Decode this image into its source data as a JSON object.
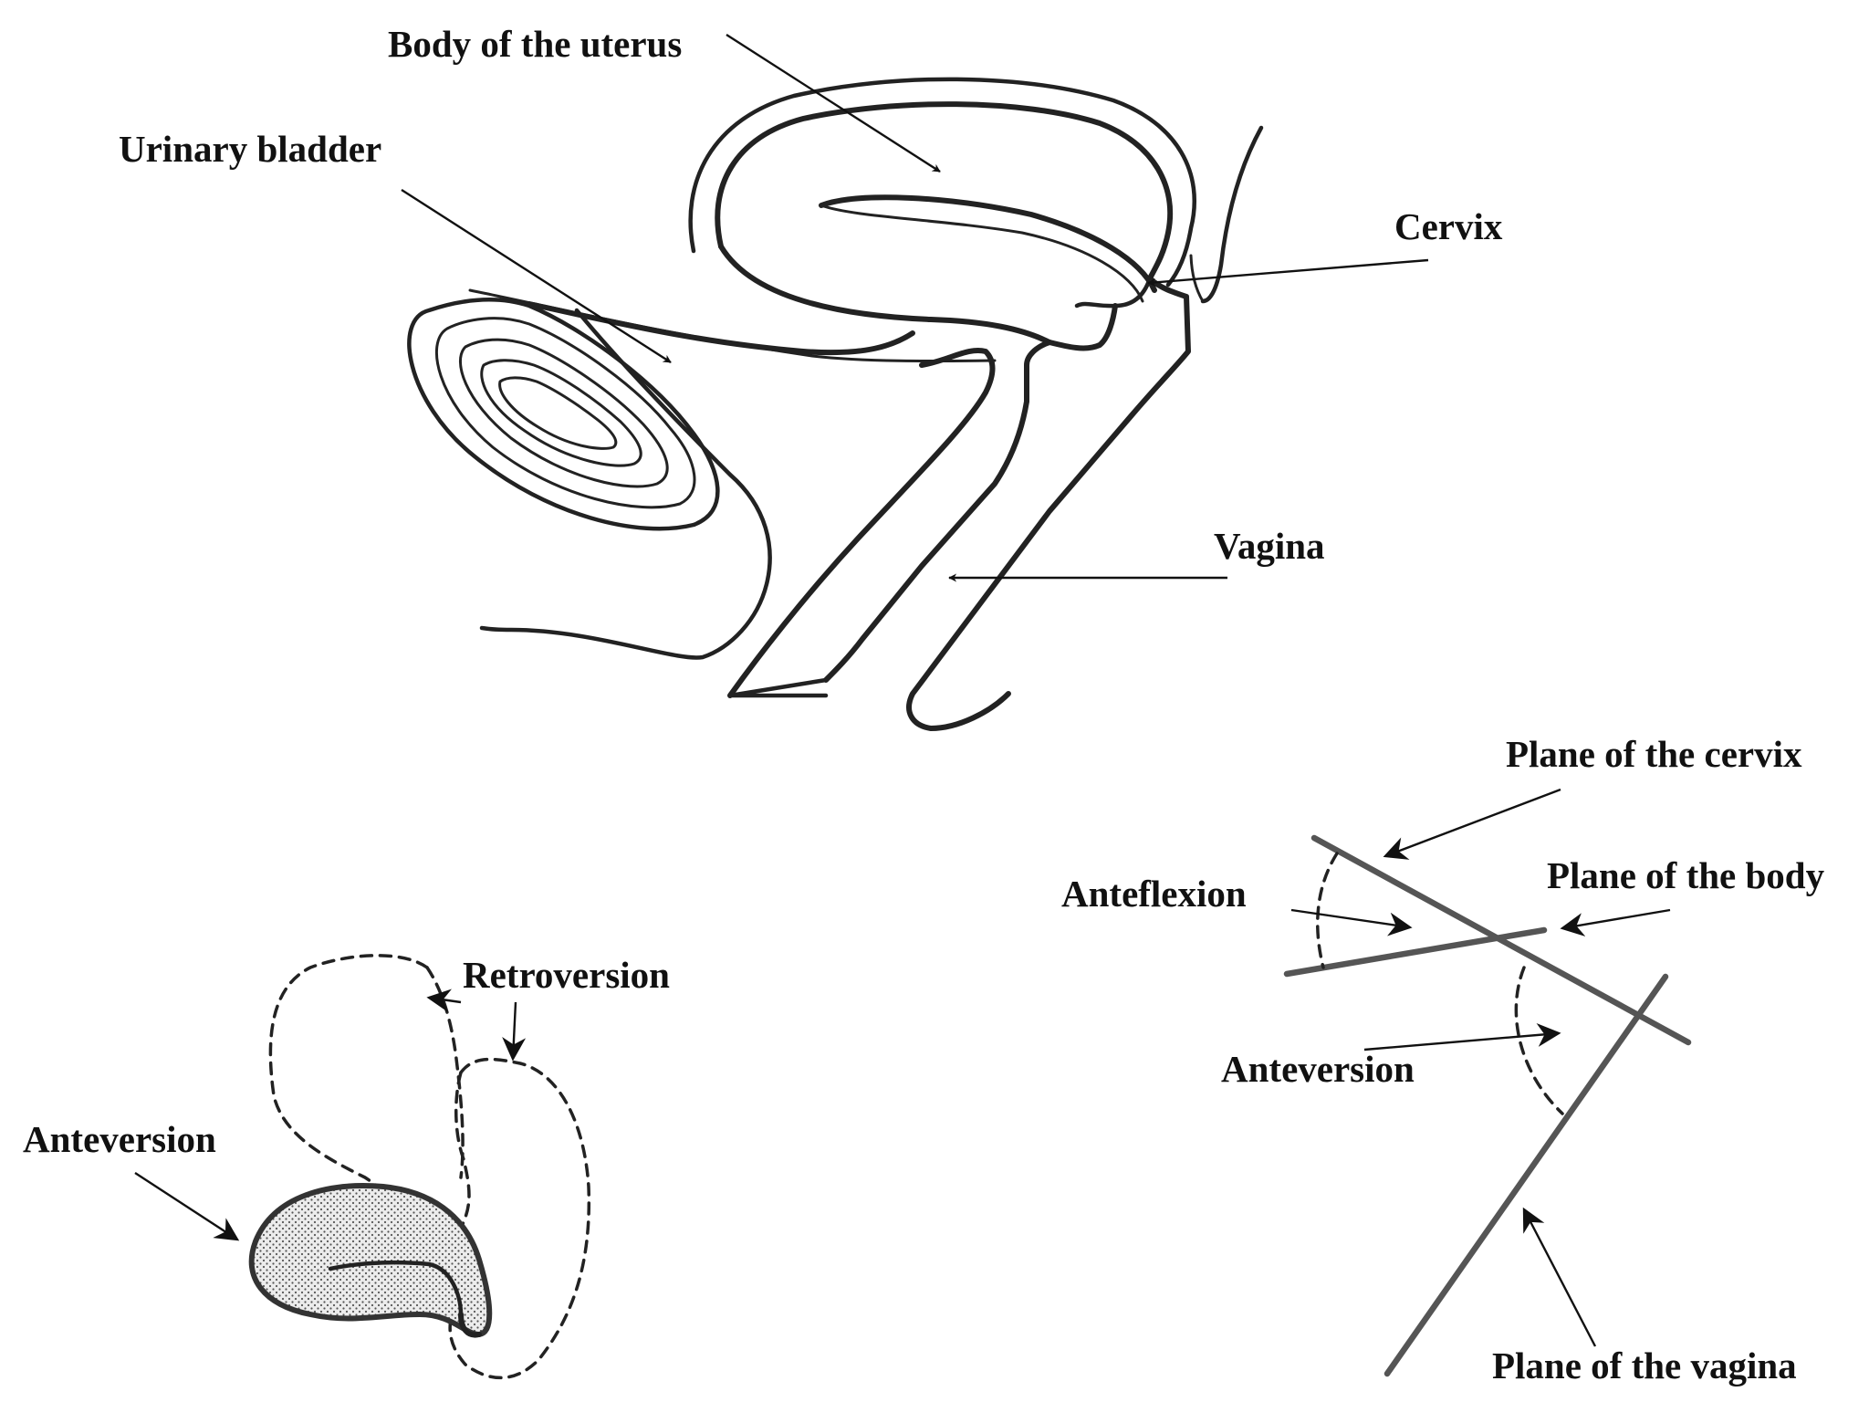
{
  "labels": {
    "body_of_uterus": "Body of the uterus",
    "urinary_bladder": "Urinary bladder",
    "cervix": "Cervix",
    "vagina": "Vagina",
    "retroversion": "Retroversion",
    "anteversion_left": "Anteversion",
    "plane_of_cervix": "Plane of the cervix",
    "anteflexion": "Anteflexion",
    "plane_of_body": "Plane of the body",
    "anteversion_right": "Anteversion",
    "plane_of_vagina": "Plane of the vagina"
  },
  "colors": {
    "line": "#222222",
    "plane": "#555555",
    "fill_dotted": "#dedede"
  }
}
